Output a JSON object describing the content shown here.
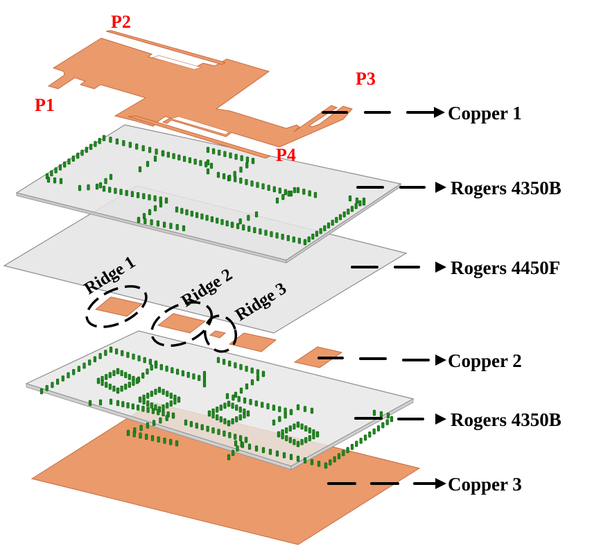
{
  "figure": {
    "type": "exploded-layer-stackup",
    "colors": {
      "copper": "#ea9a6b",
      "substrate": "#e4e4e4",
      "via": "#1f8a1f",
      "port_label": "#ff0000",
      "label_text": "#000000"
    }
  },
  "ports": [
    {
      "id": "P1",
      "label": "P1"
    },
    {
      "id": "P2",
      "label": "P2"
    },
    {
      "id": "P3",
      "label": "P3"
    },
    {
      "id": "P4",
      "label": "P4"
    }
  ],
  "layers": [
    {
      "id": "copper-1",
      "label": "Copper 1",
      "material": "copper"
    },
    {
      "id": "rogers-4350b-top",
      "label": "Rogers 4350B",
      "material": "substrate"
    },
    {
      "id": "rogers-4450f",
      "label": "Rogers 4450F",
      "material": "prepreg"
    },
    {
      "id": "copper-2",
      "label": "Copper 2",
      "material": "copper"
    },
    {
      "id": "rogers-4350b-bottom",
      "label": "Rogers 4350B",
      "material": "substrate"
    },
    {
      "id": "copper-3",
      "label": "Copper 3",
      "material": "copper"
    }
  ],
  "ridges": [
    {
      "id": "ridge-1",
      "label": "Ridge 1"
    },
    {
      "id": "ridge-2",
      "label": "Ridge 2"
    },
    {
      "id": "ridge-3",
      "label": "Ridge 3"
    }
  ]
}
